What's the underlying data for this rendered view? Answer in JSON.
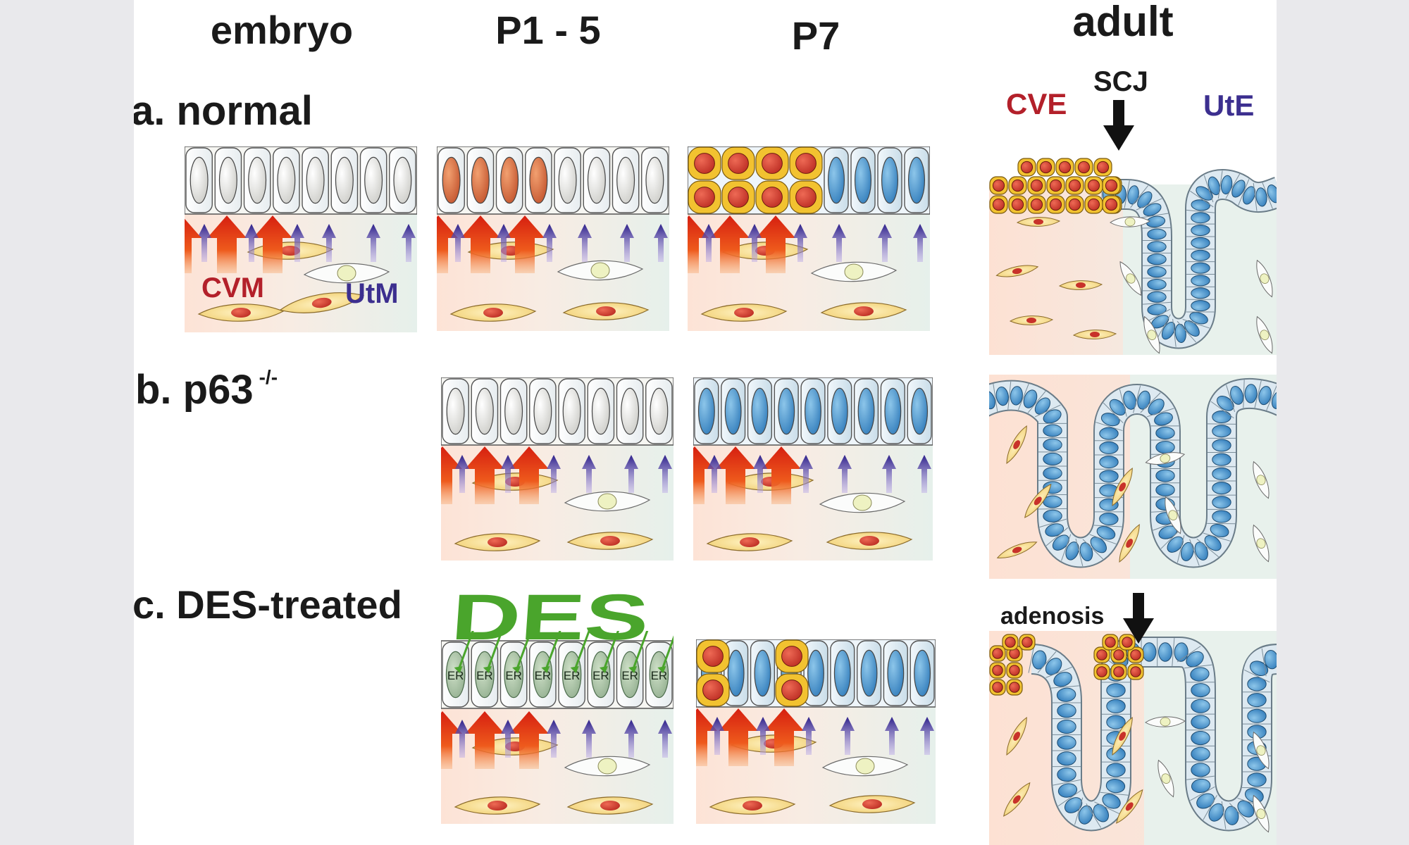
{
  "columns": [
    "embryo",
    "P1 - 5",
    "P7",
    "adult"
  ],
  "rows": {
    "normal": "a. normal",
    "p63_prefix": "b. p63",
    "p63_sup": "-/-",
    "des": "c. DES-treated"
  },
  "labels": {
    "cvm": "CVM",
    "utm": "UtM",
    "cve": "CVE",
    "ute": "UtE",
    "scj": "SCJ",
    "adenosis": "adenosis",
    "des_big": "DES",
    "er": "ER"
  },
  "colors": {
    "cervico_vaginal": "#b3202a",
    "uterine": "#3c2f8f",
    "squamous_cell": "#f0c030",
    "squamous_nucleus": "#c8322a",
    "columnar_nucleus": "#3e8fc6",
    "des_green": "#4aa52c",
    "stroma_pink": "#fbe6dc",
    "stroma_mint": "#e8f1ec"
  }
}
